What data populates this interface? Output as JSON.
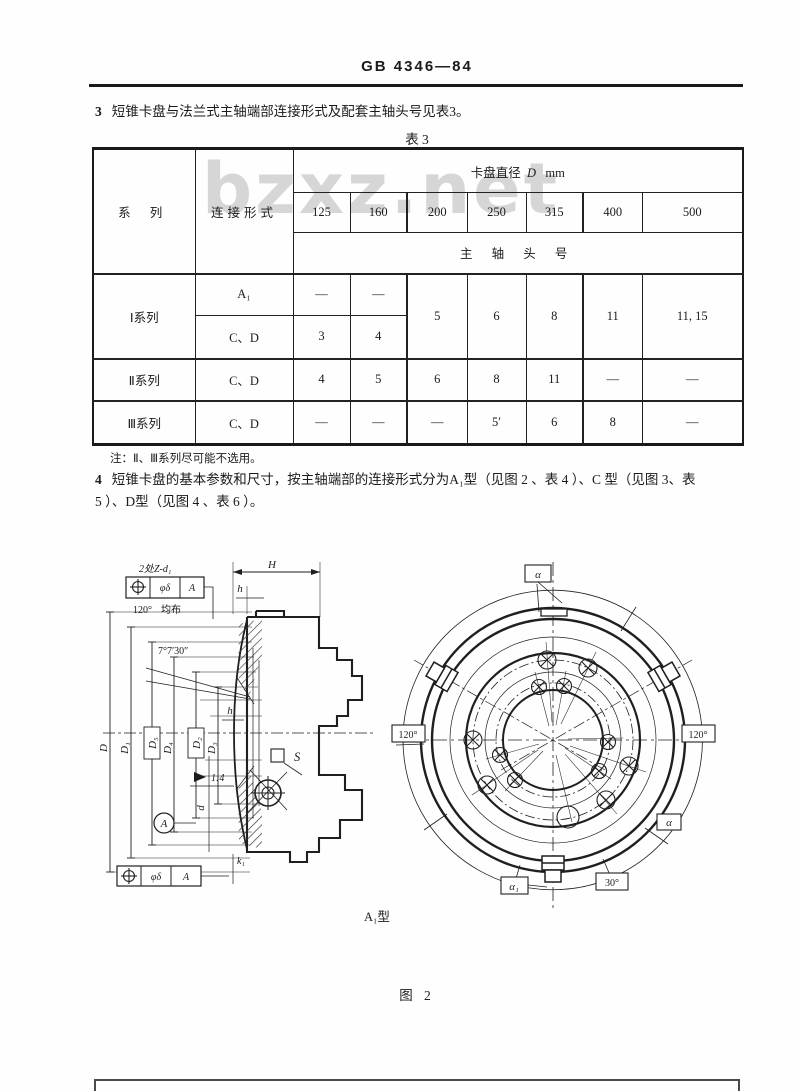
{
  "page": {
    "doc_number": "GB 4346—84",
    "watermark": "bzxz.net",
    "figure_caption": "图 2",
    "figure_type_label": "A₁型"
  },
  "para3": {
    "num": "3",
    "text": "短锥卡盘与法兰式主轴端部连接形式及配套主轴头号见表3。"
  },
  "para4": {
    "num": "4",
    "line1": "短锥卡盘的基本参数和尺寸，按主轴端部的连接形式分为A₁型（见图 2 、表 4 ）、C 型（见图 3、表",
    "line2": "5 ）、D型（见图 4 、表 6 ）。"
  },
  "table3": {
    "title": "表 3",
    "header": {
      "series": "系 列",
      "connection": "连接形式",
      "diameter_label": "卡盘直径",
      "diameter_symbol": "D",
      "diameter_unit": "mm",
      "spindle_label": "主 轴 头 号"
    },
    "diameters": [
      "125",
      "160",
      "200",
      "250",
      "315",
      "400",
      "500"
    ],
    "rows": {
      "s1": {
        "series": "Ⅰ系列",
        "conn_a": "A₁",
        "a_125": "—",
        "a_160": "—",
        "m_200": "5",
        "m_250": "6",
        "m_315": "8",
        "m_400": "11",
        "m_500": "11, 15",
        "conn_cd": "C、D",
        "cd_125": "3",
        "cd_160": "4"
      },
      "s2": {
        "series": "Ⅱ系列",
        "conn": "C、D",
        "v": [
          "4",
          "5",
          "6",
          "8",
          "11",
          "—",
          "—"
        ]
      },
      "s3": {
        "series": "Ⅲ系列",
        "conn": "C、D",
        "v": [
          "—",
          "—",
          "—",
          "5′",
          "6",
          "8",
          "—"
        ]
      }
    },
    "note": "注：Ⅱ、Ⅲ系列尽可能不选用。"
  },
  "drawing": {
    "section": {
      "holes_note": "2处Z-d₁",
      "fcf_top": {
        "symbol": "⊕",
        "tolerance": "φδ",
        "datum": "A"
      },
      "spacing_angle": "120°",
      "spacing_text": "均布",
      "cone_angle": "7°7′30″",
      "taper": "1:4",
      "dim_D": "D",
      "dim_D1": "D₁",
      "dim_D5": "D₅",
      "dim_D4": "D₄",
      "dim_D2": "D₂",
      "dim_D3": "D₃",
      "dim_H": "H",
      "dim_h_top": "h",
      "dim_h_mid": "h",
      "dim_d": "d",
      "dim_k1": "k₁",
      "square_label": "S",
      "datum_label": "A",
      "fcf_bottom": {
        "symbol": "⊕",
        "tolerance": "φδ",
        "datum": "A"
      }
    },
    "front": {
      "alpha_top": "α",
      "angle_left": "120°",
      "angle_right": "120°",
      "alpha_side": "α",
      "angle_bottom": "30°",
      "alpha1_bottom": "α₁"
    }
  }
}
